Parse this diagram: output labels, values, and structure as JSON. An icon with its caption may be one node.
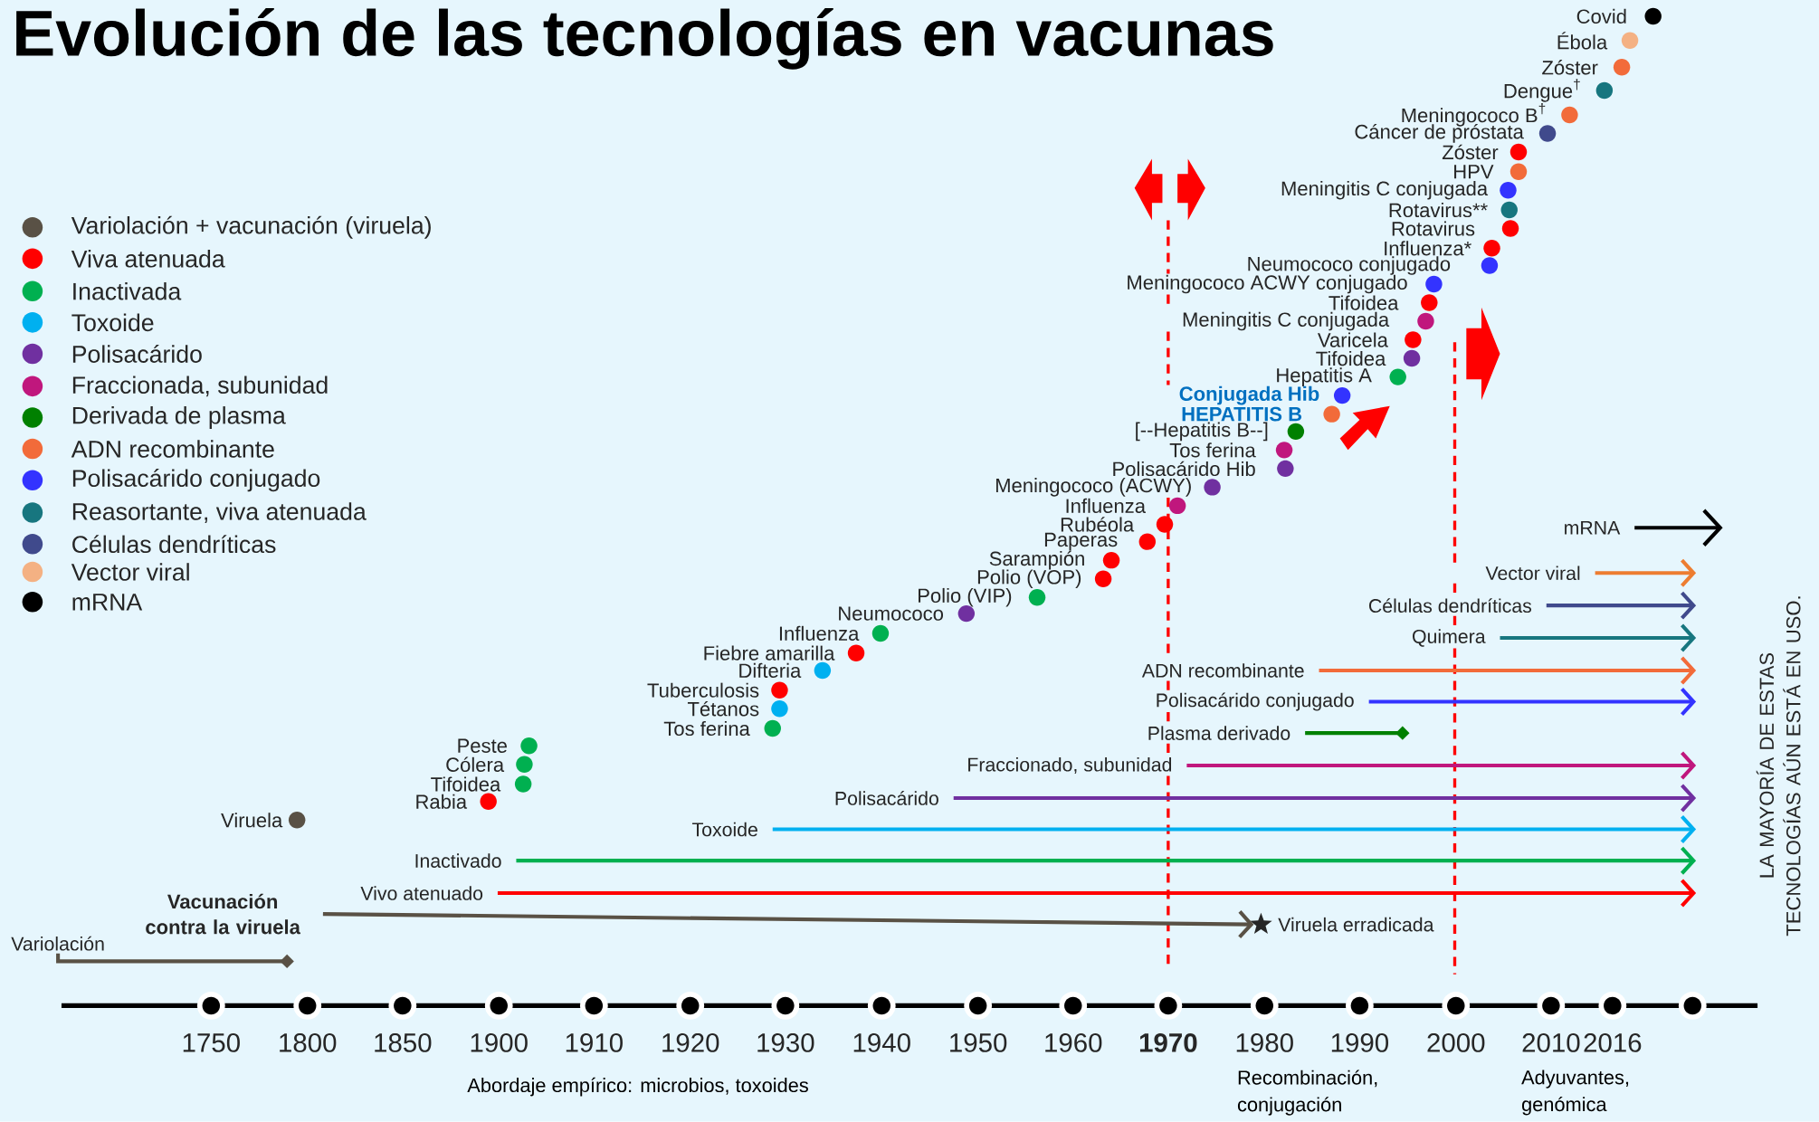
{
  "diagram": {
    "title": "Evolución de las tecnologías en vacunas",
    "nodes": [
      {
        "text": [
          "mRNA"
        ]
      },
      {
        "text": [
          "Vector viral"
        ]
      },
      {
        "text": [
          "Células dendríticas"
        ]
      },
      {
        "text": [
          "Quimera"
        ]
      },
      {
        "text": [
          "ADN recombinante"
        ]
      },
      {
        "text": [
          "Polisacárido conjugado"
        ]
      },
      {
        "text": [
          "Plasma derivado"
        ]
      },
      {
        "text": [
          "Fraccionado, subunidad"
        ]
      },
      {
        "text": [
          "Polisacárido"
        ]
      },
      {
        "text": [
          "Toxoide"
        ]
      },
      {
        "text": [
          "Inactivado"
        ]
      },
      {
        "text": [
          "Vivo atenuado"
        ]
      },
      {
        "text": [
          "Vacunación contra la viruela"
        ]
      },
      {
        "text": [],
        "shape": "star",
        "beside": [
          "Viruela erradicada"
        ]
      },
      {
        "text": [
          "Variolación"
        ]
      }
    ],
    "edges": [
      {
        "from": 0,
        "to": null,
        "arrow": "to",
        "color": "#000000"
      },
      {
        "from": 1,
        "to": null,
        "arrow": "to",
        "color": "#ed7d31"
      },
      {
        "from": 2,
        "to": null,
        "arrow": "to",
        "color": "#404a8c"
      },
      {
        "from": 3,
        "to": null,
        "arrow": "to",
        "color": "#17767f"
      },
      {
        "from": 4,
        "to": null,
        "arrow": "to",
        "color": "#f26b3a"
      },
      {
        "from": 5,
        "to": null,
        "arrow": "to",
        "color": "#3333ff"
      },
      {
        "from": 6,
        "to": null,
        "arrow": "other",
        "color": "#008000"
      },
      {
        "from": 7,
        "to": null,
        "arrow": "to",
        "color": "#c0177d"
      },
      {
        "from": 8,
        "to": null,
        "arrow": "to",
        "color": "#7030a0"
      },
      {
        "from": 9,
        "to": null,
        "arrow": "to",
        "color": "#00b0f0"
      },
      {
        "from": 10,
        "to": null,
        "arrow": "to",
        "color": "#00b050"
      },
      {
        "from": 11,
        "to": null,
        "arrow": "to",
        "color": "#ff0000"
      },
      {
        "from": 12,
        "to": 13,
        "arrow": "to",
        "color": "#595145"
      },
      {
        "from": 14,
        "to": 12,
        "arrow": "other",
        "color": "#595145"
      }
    ],
    "labels": [
      "Covid",
      "Ébola",
      "Zóster",
      "Dengue$^{†}$",
      "Meningococo B$^{†}$",
      "Cáncer de próstata",
      "Zóster",
      "HPV",
      "Meningitis C conjugada",
      "Rotavirus**",
      "Rotavirus",
      "Influenza*",
      "Neumococo conjugado",
      "Meningococo ACWY conjugado",
      "Tifoidea",
      "Meningitis C conjugada",
      "Varicela",
      "Tifoidea",
      "Hepatitis A",
      "Conjugada Hib",
      "HEPATITIS B",
      "[--Hepatitis B--]",
      "Tos ferina",
      "Polisacárido Hib",
      "Meningococo (ACWY)",
      "Influenza",
      "Rubéola",
      "Paperas",
      "Sarampión",
      "Polio (VOP)",
      "Polio (VIP)",
      "Neumococo",
      "Influenza",
      "Fiebre amarilla",
      "Difteria",
      "Tuberculosis",
      "Tétanos",
      "Tos ferina",
      "Peste",
      "Cólera",
      "Tifoidea",
      "Rabia",
      "Viruela",
      "1750",
      "1800",
      "1850",
      "1900",
      "1910",
      "1920",
      "1930",
      "1940",
      "1950",
      "1960",
      "1970",
      "1980",
      "1990",
      "2000",
      "2010",
      "2016",
      "Abordaje empírico: microbios, toxoides",
      "Recombinación, conjugación",
      "Adyuvantes, genómica",
      "LA MAYORÍA DE ESTAS TECNOLOGÍAS AÚN ESTÁ EN USO."
    ],
    "legend": [
      {
        "text": "Variolación + vacunación (viruela)",
        "color": "#595145"
      },
      {
        "text": "Viva atenuada",
        "color": "#ff0000"
      },
      {
        "text": "Inactivada",
        "color": "#00b050"
      },
      {
        "text": "Toxoide",
        "color": "#00b0f0"
      },
      {
        "text": "Polisacárido",
        "color": "#7030a0"
      },
      {
        "text": "Fraccionada, subunidad",
        "color": "#c0177d"
      },
      {
        "text": "Derivada de plasma",
        "color": "#008000"
      },
      {
        "text": "ADN recombinante",
        "color": "#f26b3a"
      },
      {
        "text": "Polisacárido conjugado",
        "color": "#3333ff"
      },
      {
        "text": "Reasortante, viva atenuada",
        "color": "#17767f"
      },
      {
        "text": "Células dendríticas",
        "color": "#404a8c"
      },
      {
        "text": "Vector viral",
        "color": "#f4b183"
      },
      {
        "text": "mRNA",
        "color": "#000000"
      }
    ]
  }
}
